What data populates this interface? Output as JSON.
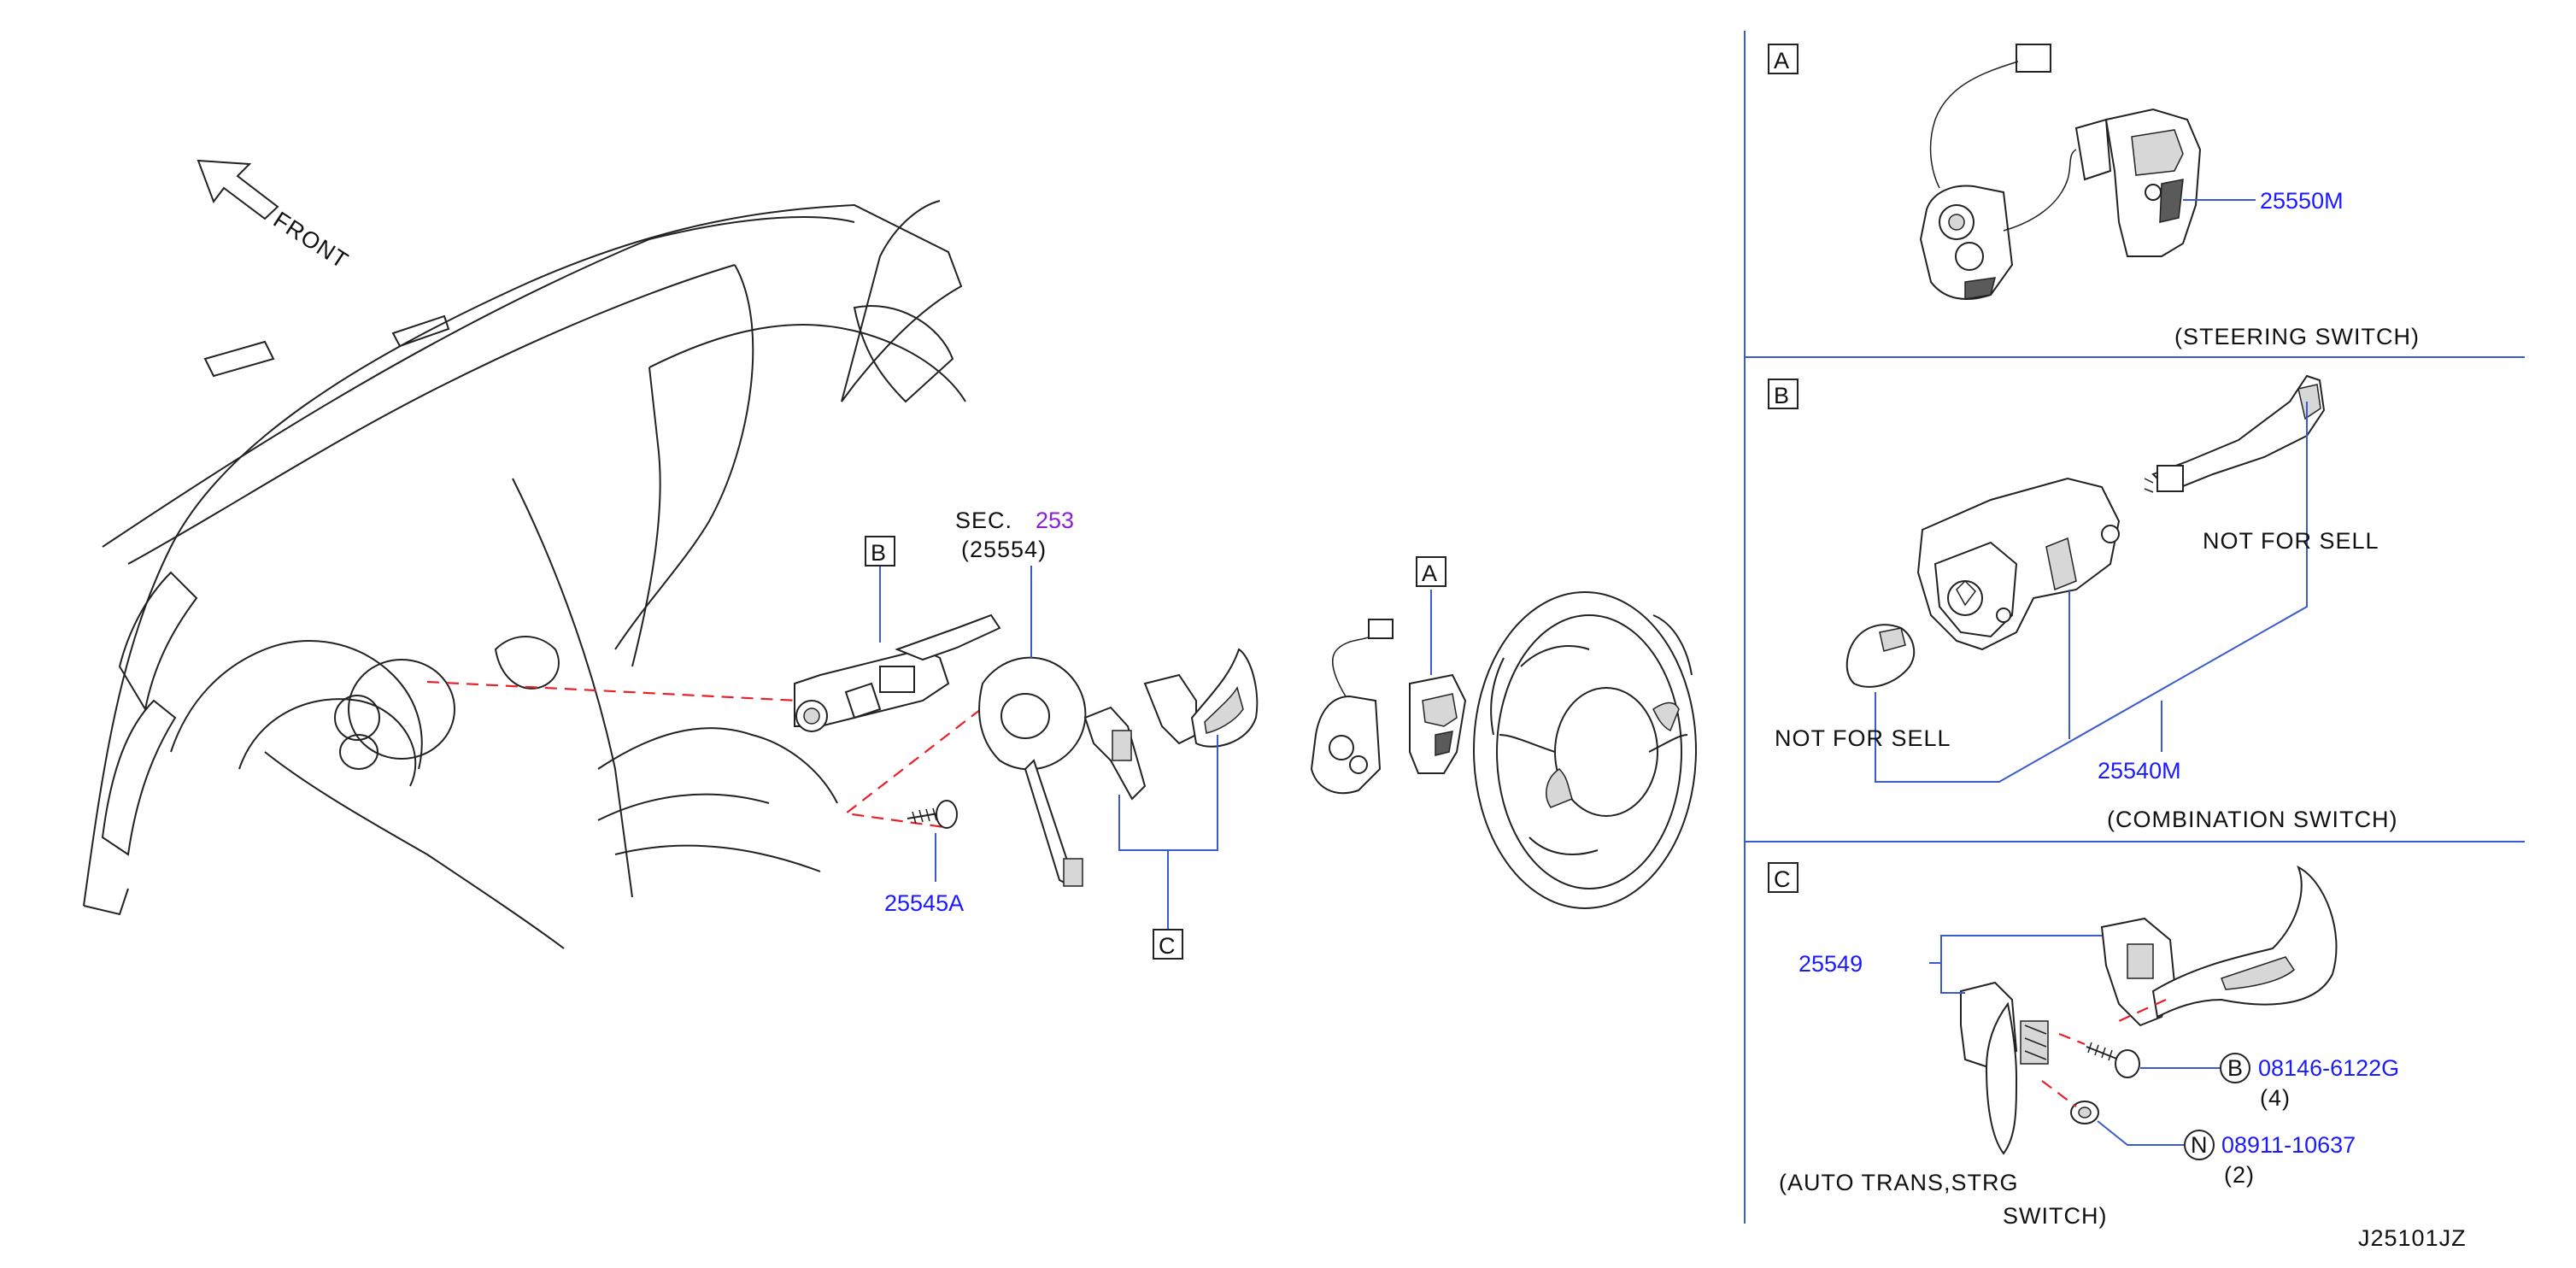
{
  "front_label": "FRONT",
  "sec_label": "SEC.",
  "sec_number": "253",
  "sec_part": "(25554)",
  "main": {
    "callout_a": "A",
    "callout_b": "B",
    "callout_c": "C",
    "part_25545a": "25545A"
  },
  "panel_a": {
    "letter": "A",
    "part_number": "25550M",
    "caption": "(STEERING   SWITCH)"
  },
  "panel_b": {
    "letter": "B",
    "not_for_sell_1": "NOT   FOR   SELL",
    "not_for_sell_2": "NOT   FOR   SELL",
    "part_number": "25540M",
    "caption": "(COMBINATION   SWITCH)"
  },
  "panel_c": {
    "letter": "C",
    "part_number": "25549",
    "bolt_letter": "B",
    "bolt_number": "08146-6122G",
    "bolt_qty": "(4)",
    "nut_letter": "N",
    "nut_number": "08911-10637",
    "nut_qty": "(2)",
    "caption_line1": "(AUTO   TRANS,STRG",
    "caption_line2": "SWITCH)"
  },
  "diagram_code": "J25101JZ",
  "colors": {
    "part_number": "#1a1aff",
    "section_ref": "#8a1fd6",
    "leader": "#3a5bd0",
    "dashed": "#e8202a"
  }
}
